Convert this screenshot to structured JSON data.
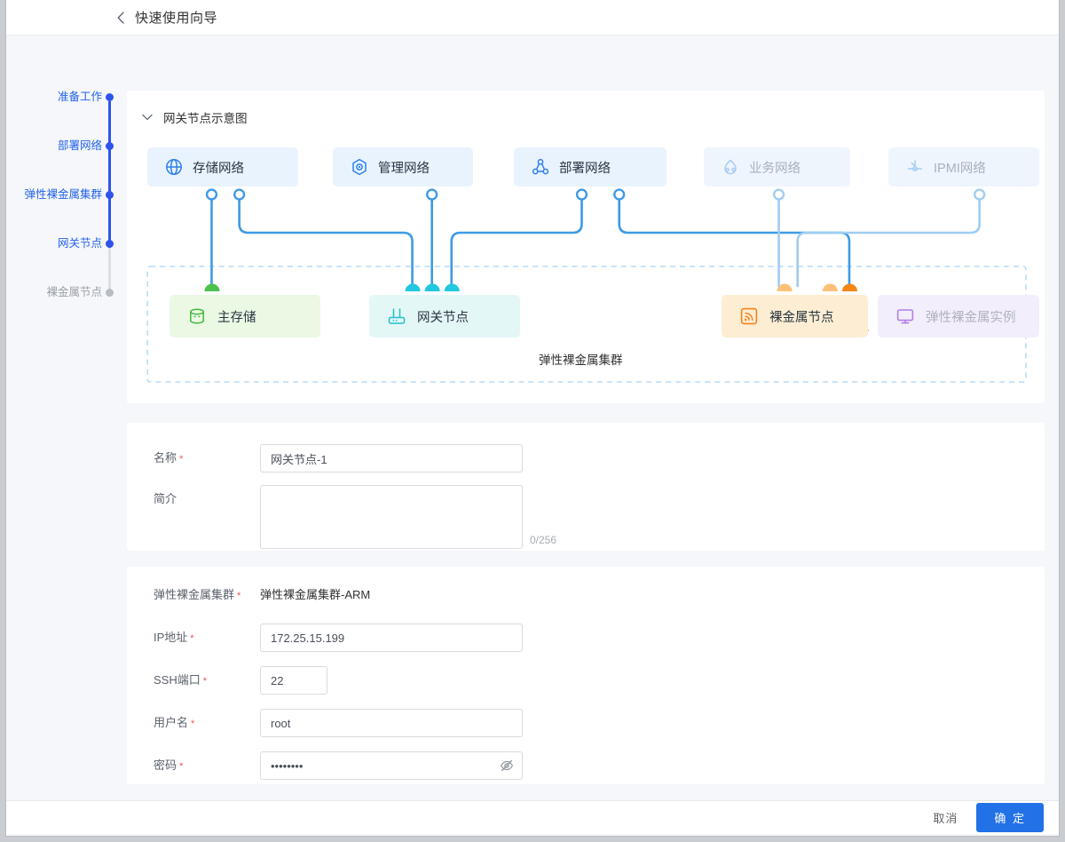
{
  "header": {
    "back_icon": "chevron-left-icon",
    "title": "快速使用向导"
  },
  "steps": [
    {
      "label": "准备工作",
      "state": "done"
    },
    {
      "label": "部署网络",
      "state": "done"
    },
    {
      "label": "弹性裸金属集群",
      "state": "done"
    },
    {
      "label": "网关节点",
      "state": "current"
    },
    {
      "label": "裸金属节点",
      "state": "pending"
    }
  ],
  "topology": {
    "collapse_icon": "chevron-down-icon",
    "title": "网关节点示意图",
    "cluster_caption": "弹性裸金属集群",
    "networks": [
      {
        "label": "存储网络",
        "icon": "globe-icon",
        "muted": false
      },
      {
        "label": "管理网络",
        "icon": "hexagon-target-icon",
        "muted": false
      },
      {
        "label": "部署网络",
        "icon": "share-nodes-icon",
        "muted": false
      },
      {
        "label": "业务网络",
        "icon": "service-icon",
        "muted": true
      },
      {
        "label": "IPMI网络",
        "icon": "ipmi-icon",
        "muted": true
      }
    ],
    "nodes": [
      {
        "label": "主存储",
        "icon": "database-icon",
        "muted": false
      },
      {
        "label": "网关节点",
        "icon": "router-icon",
        "muted": false
      },
      {
        "label": "裸金属节点",
        "icon": "signal-icon",
        "muted": false
      },
      {
        "label": "弹性裸金属实例",
        "icon": "monitor-icon",
        "muted": true
      }
    ],
    "colors": {
      "link_blue": "#3d9ae8",
      "link_blue_light": "#9fcdf2",
      "anchor_green": "#4cc24c",
      "anchor_cyan": "#22c7e0",
      "anchor_orange_strong": "#f68716",
      "anchor_orange_light": "#fbc178",
      "card_blue_bg": "#e8f3fe",
      "dashed_border": "#a9d4f5"
    }
  },
  "basic_form": {
    "name": {
      "label": "名称",
      "required": true,
      "value": "网关节点-1",
      "placeholder": ""
    },
    "desc": {
      "label": "简介",
      "required": false,
      "value": "",
      "placeholder": "",
      "counter": "0/256"
    }
  },
  "conn_form": {
    "cluster": {
      "label": "弹性裸金属集群",
      "required": true,
      "value": "弹性裸金属集群-ARM"
    },
    "ip": {
      "label": "IP地址",
      "required": true,
      "value": "172.25.15.199",
      "placeholder": ""
    },
    "ssh_port": {
      "label": "SSH端口",
      "required": true,
      "value": "22",
      "placeholder": ""
    },
    "username": {
      "label": "用户名",
      "required": true,
      "value": "root",
      "placeholder": ""
    },
    "password": {
      "label": "密码",
      "required": true,
      "value": "••••••••",
      "placeholder": "",
      "toggle_icon": "eye-off-icon"
    }
  },
  "footer": {
    "cancel_label": "取消",
    "confirm_label": "确 定",
    "primary_color": "#2271e6"
  }
}
